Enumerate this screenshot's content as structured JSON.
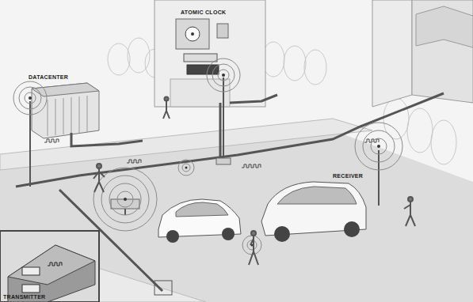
{
  "diagram": {
    "labels": [
      "ATOMIC CLOCK",
      "DATACENTER",
      "RECEIVER",
      "TRANSMITTER"
    ]
  }
}
